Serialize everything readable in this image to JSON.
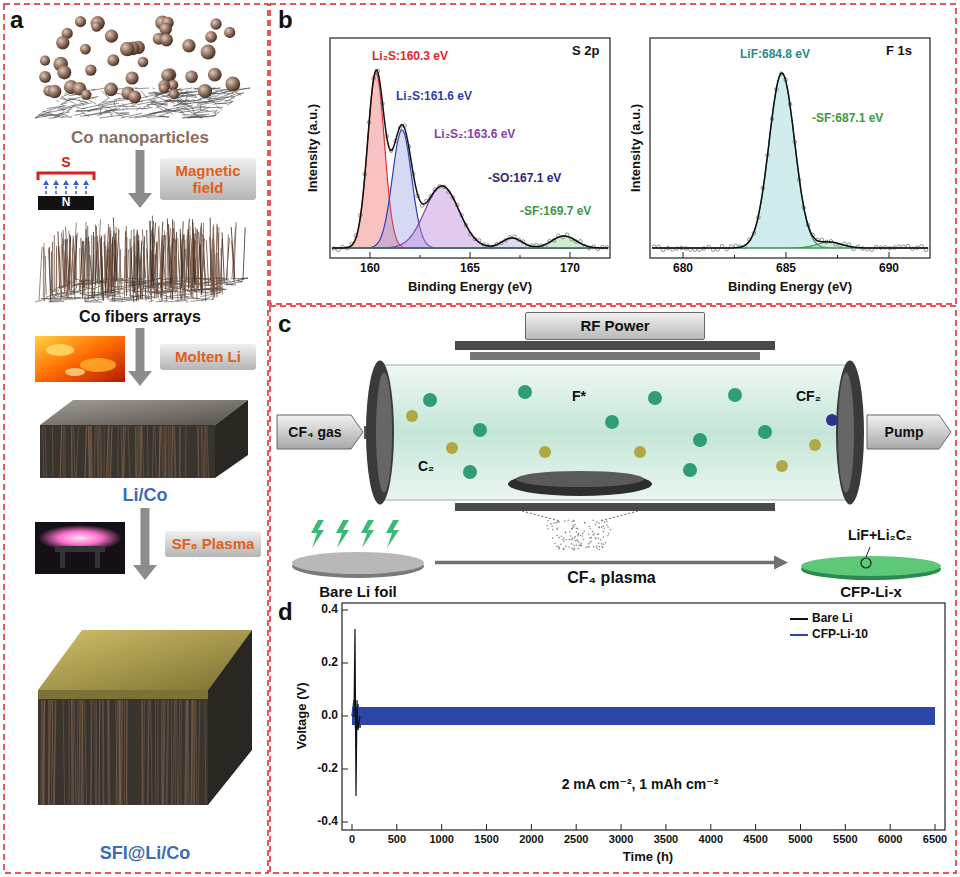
{
  "diagram": {
    "nodes": [
      {
        "text": [
          "Co nanoparticles"
        ]
      },
      {
        "text": [
          "Co fibers arrays"
        ]
      },
      {
        "text": [
          "Li/Co"
        ]
      },
      {
        "text": [
          "SFI@Li/Co"
        ]
      },
      {
        "text": [
          "RF Power"
        ]
      },
      {
        "text": [
          "CF₄ gas"
        ]
      },
      {
        "text": [
          "Pump"
        ]
      },
      {
        "text": [
          "Bare Li foil"
        ]
      },
      {
        "text": [
          "CFP-Li-x"
        ]
      }
    ],
    "edges": [
      {
        "from": 0,
        "to": 1,
        "arrow": "to",
        "label": "Magnetic field"
      },
      {
        "from": 1,
        "to": 2,
        "arrow": "to",
        "label": "Molten Li"
      },
      {
        "from": 2,
        "to": 3,
        "arrow": "to",
        "label": "SF₆ Plasma"
      },
      {
        "from": 7,
        "to": 8,
        "arrow": "to",
        "label": "CF₄ plasma"
      }
    ],
    "labels": [
      "a",
      "S",
      "N",
      "b",
      "S 2p",
      "Li₂S:160.3 eV",
      "Li₂S:161.6 eV",
      "Li₂S₂:163.6 eV",
      "-SO:167.1 eV",
      "-SF:169.7 eV",
      "Intensity (a.u.)",
      "Binding Energy (eV)",
      "160",
      "165",
      "170",
      "F 1s",
      "LiF:684.8 eV",
      "-SF:687.1 eV",
      "Intensity (a.u.)",
      "Binding Energy (eV)",
      "680",
      "685",
      "690",
      "c",
      "C₂",
      "F*",
      "CF₂",
      "LiF+Li₂C₂",
      "d",
      "0.4",
      "0.2",
      "0.0",
      "-0.2",
      "-0.4",
      "Voltage (V)",
      "0",
      "500",
      "1000",
      "1500",
      "2000",
      "2500",
      "3000",
      "3500",
      "4000",
      "4500",
      "5000",
      "5500",
      "6000",
      "6500",
      "Time (h)",
      "2 mA cm⁻², 1 mAh cm⁻²"
    ],
    "legend": [
      {
        "text": "Bare Li"
      },
      {
        "text": "CFP-Li-10"
      }
    ]
  }
}
